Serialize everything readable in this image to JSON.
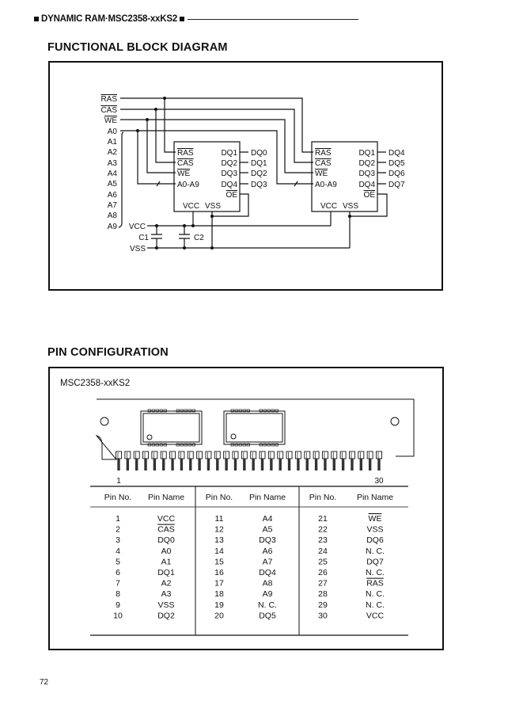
{
  "header": {
    "title": "DYNAMIC RAM·MSC2358-xxKS2"
  },
  "block_diagram": {
    "title": "FUNCTIONAL BLOCK DIAGRAM",
    "inputs": [
      "RAS",
      "CAS",
      "WE",
      "A0",
      "A1",
      "A2",
      "A3",
      "A4",
      "A5",
      "A6",
      "A7",
      "A8",
      "A9"
    ],
    "overlined_inputs": [
      "RAS",
      "CAS",
      "WE"
    ],
    "power": {
      "vcc": "VCC",
      "vss": "VSS"
    },
    "capacitors": [
      "C1",
      "C2"
    ],
    "chips": [
      {
        "pins_left": [
          "RAS",
          "CAS",
          "WE",
          "A0-A9"
        ],
        "pins_right": [
          "DQ1",
          "DQ2",
          "DQ3",
          "DQ4",
          "OE"
        ],
        "pins_bottom": [
          "VCC",
          "VSS"
        ],
        "outputs": [
          "DQ0",
          "DQ1",
          "DQ2",
          "DQ3"
        ]
      },
      {
        "pins_left": [
          "RAS",
          "CAS",
          "WE",
          "A0-A9"
        ],
        "pins_right": [
          "DQ1",
          "DQ2",
          "DQ3",
          "DQ4",
          "OE"
        ],
        "pins_bottom": [
          "VCC",
          "VSS"
        ],
        "outputs": [
          "DQ4",
          "DQ5",
          "DQ6",
          "DQ7"
        ]
      }
    ]
  },
  "pin_config": {
    "title": "PIN CONFIGURATION",
    "module_name": "MSC2358-xxKS2",
    "pin_count": 30,
    "first_pin_label": "1",
    "last_pin_label": "30",
    "table": {
      "headers": [
        "Pin No.",
        "Pin Name",
        "Pin No.",
        "Pin Name",
        "Pin No.",
        "Pin Name"
      ],
      "columns": [
        [
          {
            "no": "1",
            "name": "VCC",
            "overline": false
          },
          {
            "no": "2",
            "name": "CAS",
            "overline": true
          },
          {
            "no": "3",
            "name": "DQ0",
            "overline": false
          },
          {
            "no": "4",
            "name": "A0",
            "overline": false
          },
          {
            "no": "5",
            "name": "A1",
            "overline": false
          },
          {
            "no": "6",
            "name": "DQ1",
            "overline": false
          },
          {
            "no": "7",
            "name": "A2",
            "overline": false
          },
          {
            "no": "8",
            "name": "A3",
            "overline": false
          },
          {
            "no": "9",
            "name": "VSS",
            "overline": false
          },
          {
            "no": "10",
            "name": "DQ2",
            "overline": false
          }
        ],
        [
          {
            "no": "11",
            "name": "A4",
            "overline": false
          },
          {
            "no": "12",
            "name": "A5",
            "overline": false
          },
          {
            "no": "13",
            "name": "DQ3",
            "overline": false
          },
          {
            "no": "14",
            "name": "A6",
            "overline": false
          },
          {
            "no": "15",
            "name": "A7",
            "overline": false
          },
          {
            "no": "16",
            "name": "DQ4",
            "overline": false
          },
          {
            "no": "17",
            "name": "A8",
            "overline": false
          },
          {
            "no": "18",
            "name": "A9",
            "overline": false
          },
          {
            "no": "19",
            "name": "N. C.",
            "overline": false
          },
          {
            "no": "20",
            "name": "DQ5",
            "overline": false
          }
        ],
        [
          {
            "no": "21",
            "name": "WE",
            "overline": true
          },
          {
            "no": "22",
            "name": "VSS",
            "overline": false
          },
          {
            "no": "23",
            "name": "DQ6",
            "overline": false
          },
          {
            "no": "24",
            "name": "N. C.",
            "overline": false
          },
          {
            "no": "25",
            "name": "DQ7",
            "overline": false
          },
          {
            "no": "26",
            "name": "N. C.",
            "overline": false
          },
          {
            "no": "27",
            "name": "RAS",
            "overline": true
          },
          {
            "no": "28",
            "name": "N. C.",
            "overline": false
          },
          {
            "no": "29",
            "name": "N. C.",
            "overline": false
          },
          {
            "no": "30",
            "name": "VCC",
            "overline": false
          }
        ]
      ]
    }
  },
  "footer": {
    "page_number": "72"
  }
}
